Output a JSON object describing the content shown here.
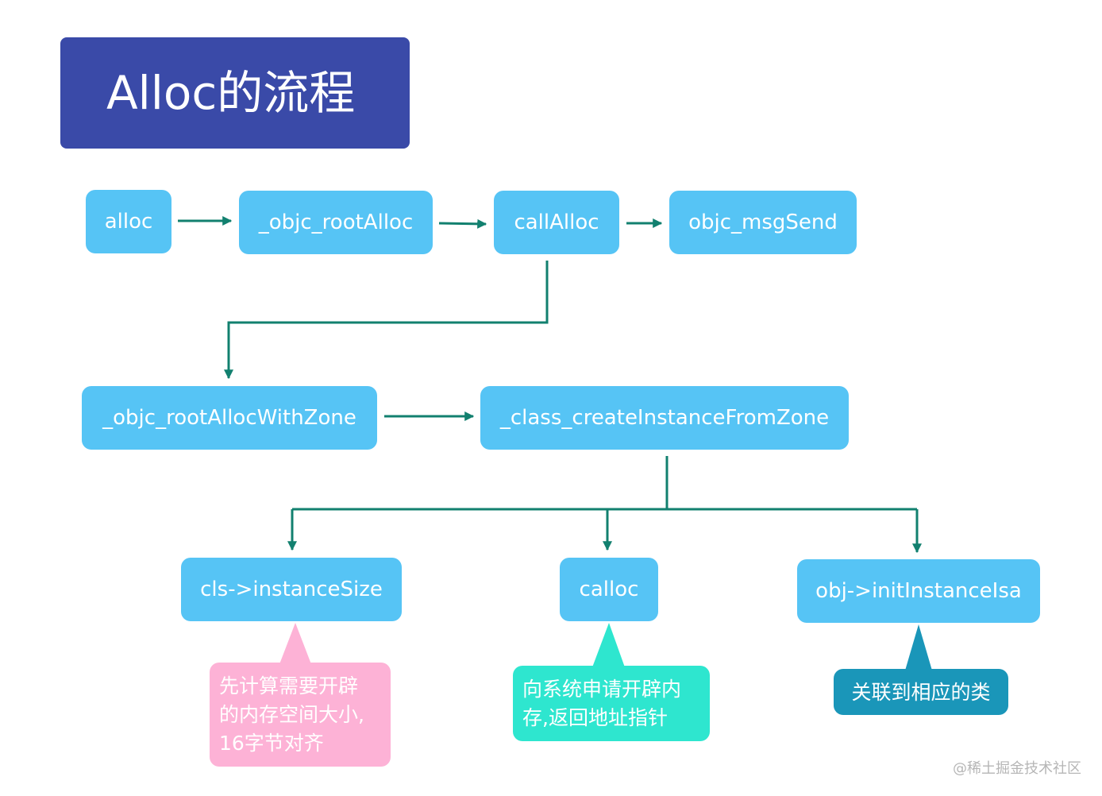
{
  "title": "Alloc的流程",
  "nodes": {
    "alloc": "alloc",
    "objc_rootAlloc": "_objc_rootAlloc",
    "callAlloc": "callAlloc",
    "objc_msgSend": "objc_msgSend",
    "objc_rootAllocWithZone": "_objc_rootAllocWithZone",
    "class_createInstanceFromZone": "_class_createInstanceFromZone",
    "instanceSize": "cls->instanceSize",
    "calloc": "calloc",
    "initInstanceIsa": "obj->initInstanceIsa"
  },
  "notes": {
    "instanceSize": [
      "先计算需要开辟",
      "的内存空间大小,",
      "16字节对齐"
    ],
    "calloc": [
      "向系统申请开辟内",
      "存,返回地址指针"
    ],
    "initInstanceIsa": [
      "关联到相应的类"
    ]
  },
  "watermark": "@稀土掘金技术社区",
  "colors": {
    "title_bg": "#3a4aa8",
    "node_bg": "#56c4f5",
    "arrow": "#12806f",
    "note_pink": "#fdb2d6",
    "note_teal": "#2ee6cf",
    "note_blue": "#1a96b9"
  }
}
